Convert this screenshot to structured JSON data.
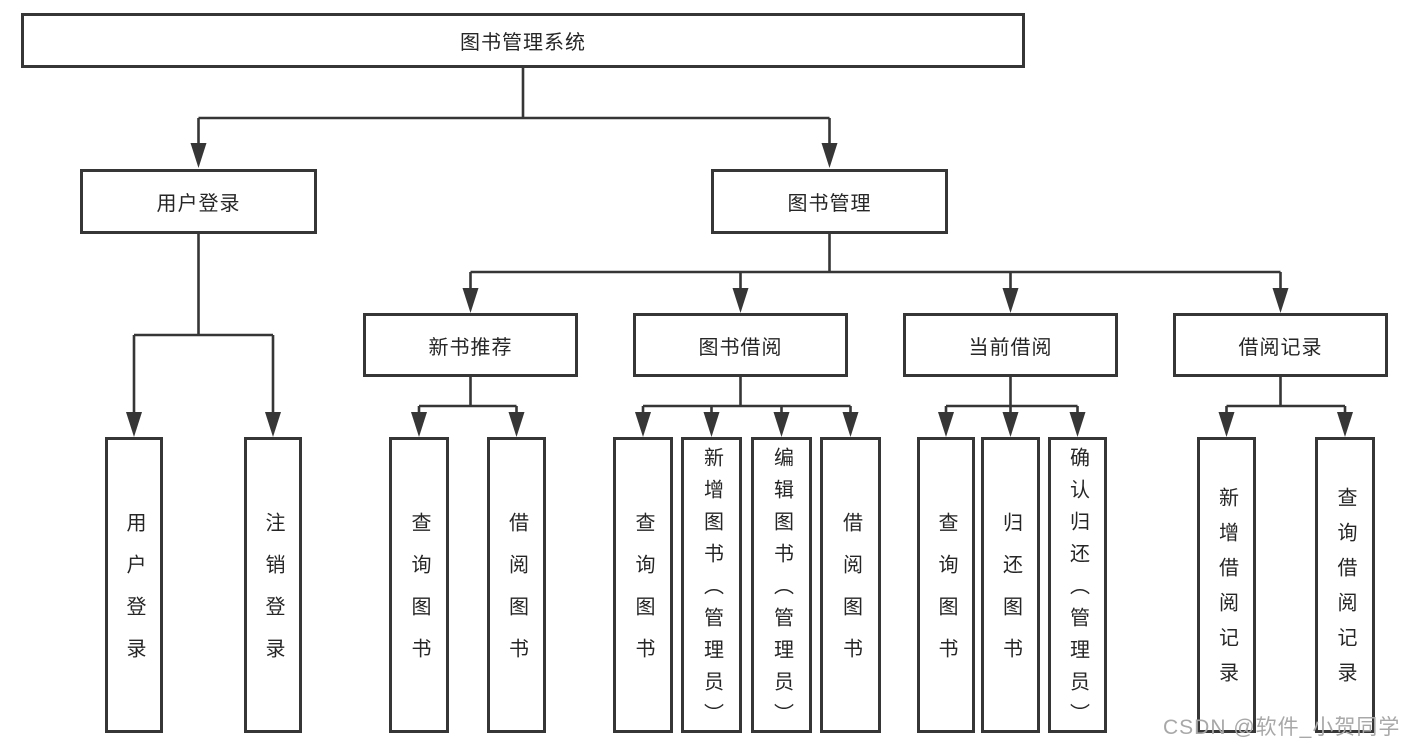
{
  "tree": {
    "root": {
      "label": "图书管理系统",
      "children": [
        {
          "label": "用户登录",
          "children": [
            {
              "label": "用户登录"
            },
            {
              "label": "注销登录"
            }
          ]
        },
        {
          "label": "图书管理",
          "children": [
            {
              "label": "新书推荐",
              "children": [
                {
                  "label": "查询图书"
                },
                {
                  "label": "借阅图书"
                }
              ]
            },
            {
              "label": "图书借阅",
              "children": [
                {
                  "label": "查询图书"
                },
                {
                  "label": "新增图书（管理员）"
                },
                {
                  "label": "编辑图书（管理员）"
                },
                {
                  "label": "借阅图书"
                }
              ]
            },
            {
              "label": "当前借阅",
              "children": [
                {
                  "label": "查询图书"
                },
                {
                  "label": "归还图书"
                },
                {
                  "label": "确认归还（管理员）"
                }
              ]
            },
            {
              "label": "借阅记录",
              "children": [
                {
                  "label": "新增借阅记录"
                },
                {
                  "label": "查询借阅记录"
                }
              ]
            }
          ]
        }
      ]
    }
  },
  "watermark": {
    "text": "CSDN @软件_小贺同学"
  },
  "colors": {
    "line": "#363636",
    "box_border": "#363636",
    "text": "#262626",
    "watermark": "#a8a8a8",
    "background": "#ffffff"
  }
}
